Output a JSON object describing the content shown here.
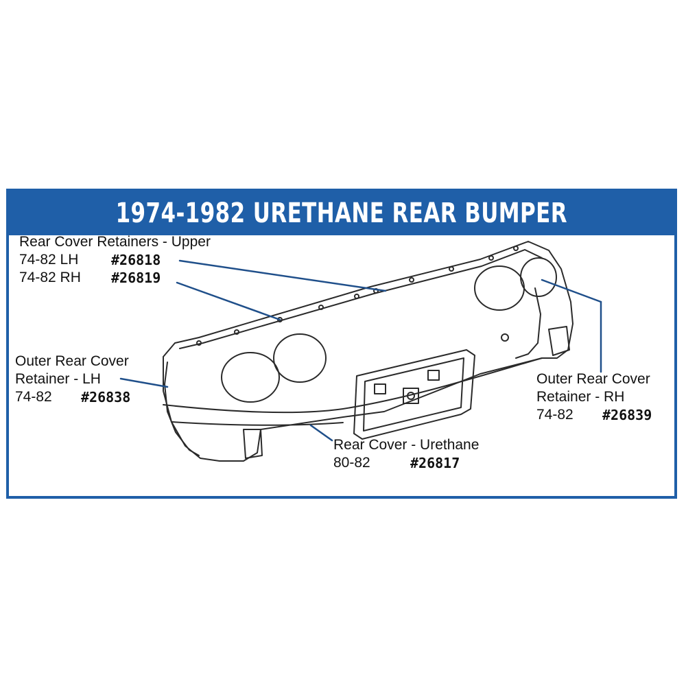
{
  "title": "1974-1982 URETHANE REAR BUMPER",
  "colors": {
    "frame": "#1f5fa8",
    "leader": "#1f4f8a",
    "drawing": "#2a2a2a"
  },
  "callouts": {
    "upper": {
      "name": "Rear Cover Retainers - Upper",
      "lh_years": "74-82 LH",
      "lh_part": "#26818",
      "rh_years": "74-82 RH",
      "rh_part": "#26819"
    },
    "outer_lh": {
      "name_line1": "Outer Rear Cover",
      "name_line2": "Retainer - LH",
      "years": "74-82",
      "part": "#26838"
    },
    "outer_rh": {
      "name_line1": "Outer Rear Cover",
      "name_line2": "Retainer - RH",
      "years": "74-82",
      "part": "#26839"
    },
    "cover": {
      "name": "Rear Cover - Urethane",
      "years": "80-82",
      "part": "#26817"
    }
  }
}
